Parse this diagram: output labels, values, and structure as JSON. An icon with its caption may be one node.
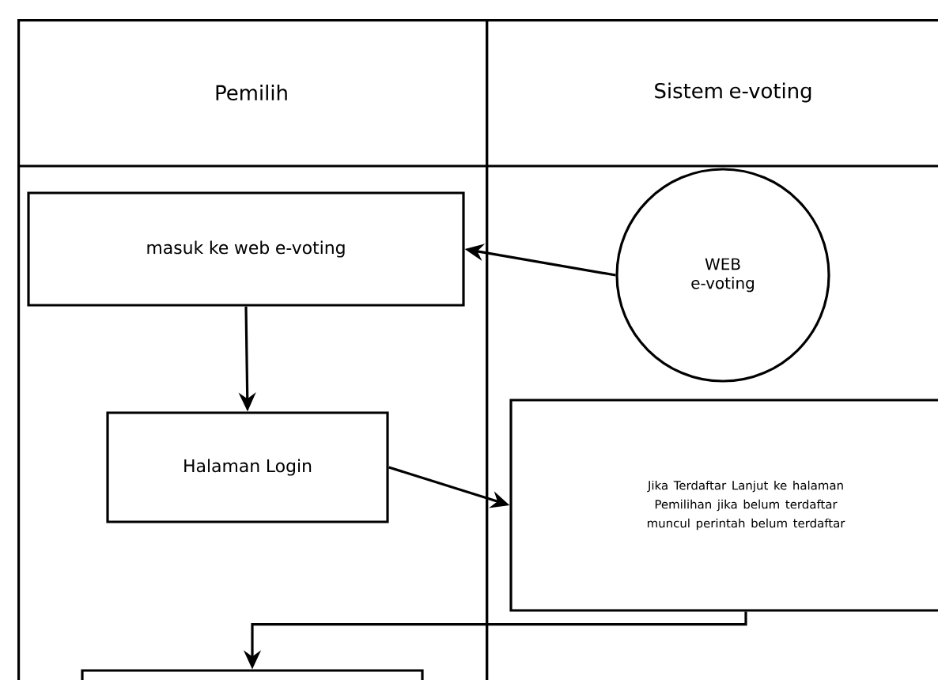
{
  "diagram": {
    "nodes": [
      {
        "text": [
          "Pemilih"
        ]
      },
      {
        "text": [
          "Sistem e-voting"
        ]
      },
      {
        "text": [
          "masuk ke web e-voting"
        ],
        "in": 0
      },
      {
        "text": [
          "WEB e-voting"
        ],
        "in": 1
      },
      {
        "text": [
          "Halaman Login"
        ],
        "in": 0
      },
      {
        "text": [
          "Jika Terdaftar Lanjut ke halaman Pemilihan jika belum terdaftar muncul perintah belum terdaftar"
        ],
        "in": 1
      },
      {
        "text": [],
        "shape": "box",
        "in": 0
      }
    ],
    "edges": [
      {
        "from": 3,
        "to": 2,
        "arrow": "to"
      },
      {
        "from": 2,
        "to": 4,
        "arrow": "to"
      },
      {
        "from": 4,
        "to": 5,
        "arrow": "to"
      },
      {
        "from": 5,
        "to": 6,
        "arrow": "to"
      }
    ]
  }
}
